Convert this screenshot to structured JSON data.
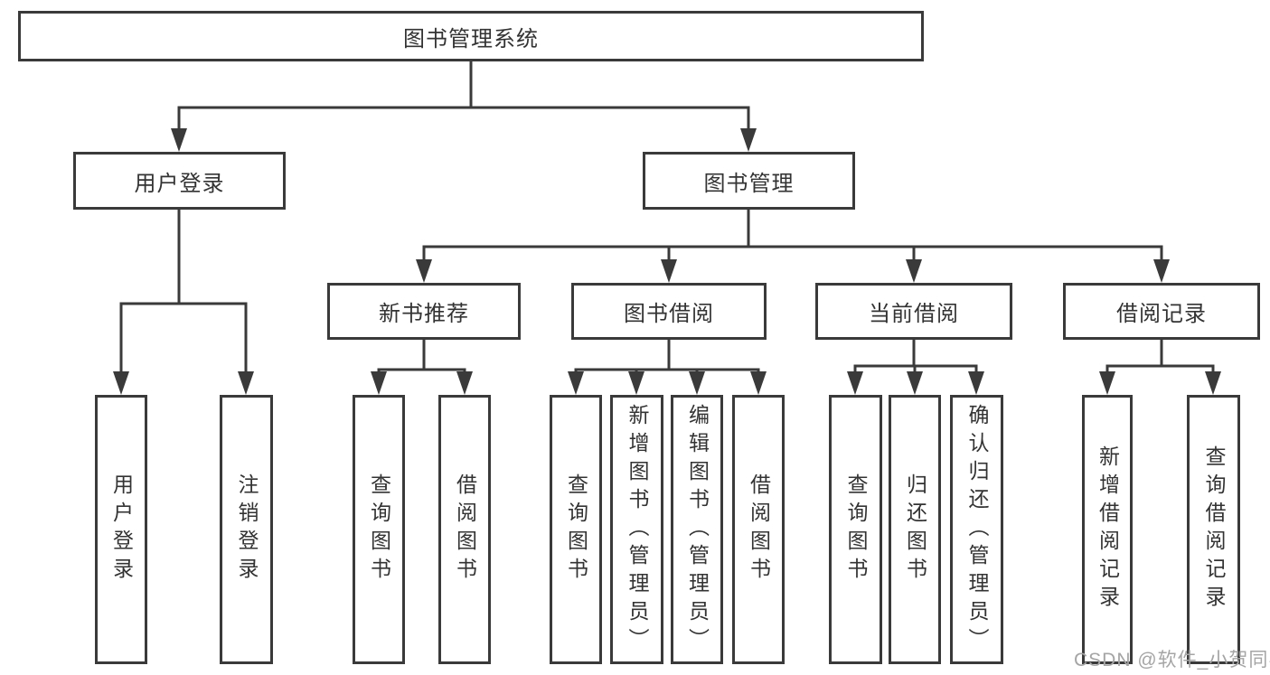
{
  "diagram": {
    "root_label": "图书管理系统",
    "user_login": {
      "label": "用户登录",
      "children": [
        {
          "label": "用户登录"
        },
        {
          "label": "注销登录"
        }
      ]
    },
    "book_management": {
      "label": "图书管理",
      "sections": [
        {
          "label": "新书推荐",
          "children": [
            {
              "label": "查询图书"
            },
            {
              "label": "借阅图书"
            }
          ]
        },
        {
          "label": "图书借阅",
          "children": [
            {
              "label": "查询图书"
            },
            {
              "label": "新增图书（管理员）"
            },
            {
              "label": "编辑图书（管理员）"
            },
            {
              "label": "借阅图书"
            }
          ]
        },
        {
          "label": "当前借阅",
          "children": [
            {
              "label": "查询图书"
            },
            {
              "label": "归还图书"
            },
            {
              "label": "确认归还（管理员）"
            }
          ]
        },
        {
          "label": "借阅记录",
          "children": [
            {
              "label": "新增借阅记录"
            },
            {
              "label": "查询借阅记录"
            }
          ]
        }
      ]
    }
  },
  "watermark": {
    "text": "CSDN @软件_小贺同学"
  },
  "colors": {
    "line": "#3a3a3a",
    "text": "#333333",
    "box_background": "#ffffff",
    "watermark": "#a5a5a5"
  }
}
